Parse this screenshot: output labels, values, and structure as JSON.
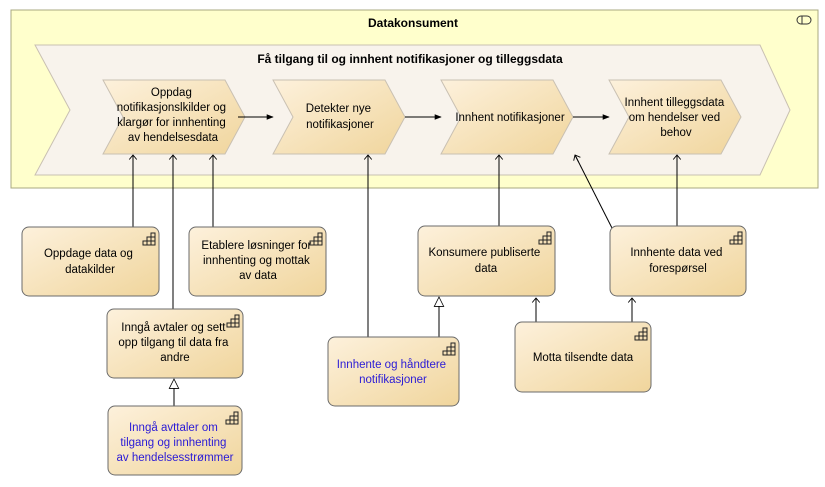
{
  "colors": {
    "container_fill": "#ffffcc",
    "container_stroke": "#a8a880",
    "chevron_fill": "#f8f3ec",
    "chevron_stroke": "#c9c0b2",
    "box_fill_light": "#fdf1dc",
    "box_fill_dark": "#f0d59c",
    "box_stroke": "#6b6b6b",
    "link_text": "#2a1ad6",
    "edge": "#000000"
  },
  "container": {
    "title": "Datakonsument",
    "icon": "toggle-icon"
  },
  "value_stream": {
    "title": "Få tilgang til og innhent notifikasjoner og tilleggsdata",
    "stages": [
      {
        "id": "s1",
        "lines": [
          "Oppdag",
          "notifikasjonslkilder og",
          "klargør for innhenting",
          "av hendelsesdata"
        ]
      },
      {
        "id": "s2",
        "lines": [
          "Detekter nye",
          "notifikasjoner"
        ]
      },
      {
        "id": "s3",
        "lines": [
          "Innhent  notifikasjoner"
        ]
      },
      {
        "id": "s4",
        "lines": [
          "Innhent tilleggsdata",
          "om hendelser ved",
          "behov"
        ]
      }
    ]
  },
  "capabilities": [
    {
      "id": "c1",
      "lines": [
        "Oppdage data og",
        "datakilder"
      ],
      "link": false,
      "icon": "capability-icon"
    },
    {
      "id": "c2",
      "lines": [
        "Etablere løsninger for",
        "innhenting og mottak",
        "av data"
      ],
      "link": false,
      "icon": "capability-icon"
    },
    {
      "id": "c3",
      "lines": [
        "Inngå avtaler og sett",
        "opp tilgang til data fra",
        "andre"
      ],
      "link": false,
      "icon": "capability-icon"
    },
    {
      "id": "c4",
      "lines": [
        "Inngå avttaler om",
        "tilgang og innhenting",
        "av hendelsesstrømmer"
      ],
      "link": true,
      "icon": "capability-icon"
    },
    {
      "id": "c5",
      "lines": [
        "Innhente og håndtere",
        "notifikasjoner"
      ],
      "link": true,
      "icon": "capability-icon"
    },
    {
      "id": "c6",
      "lines": [
        "Konsumere publiserte",
        "data"
      ],
      "link": false,
      "icon": "capability-icon"
    },
    {
      "id": "c7",
      "lines": [
        "Motta tilsendte data"
      ],
      "link": false,
      "icon": "capability-icon"
    },
    {
      "id": "c8",
      "lines": [
        "Innhente data ved",
        "forespørsel"
      ],
      "link": false,
      "icon": "capability-icon"
    }
  ]
}
